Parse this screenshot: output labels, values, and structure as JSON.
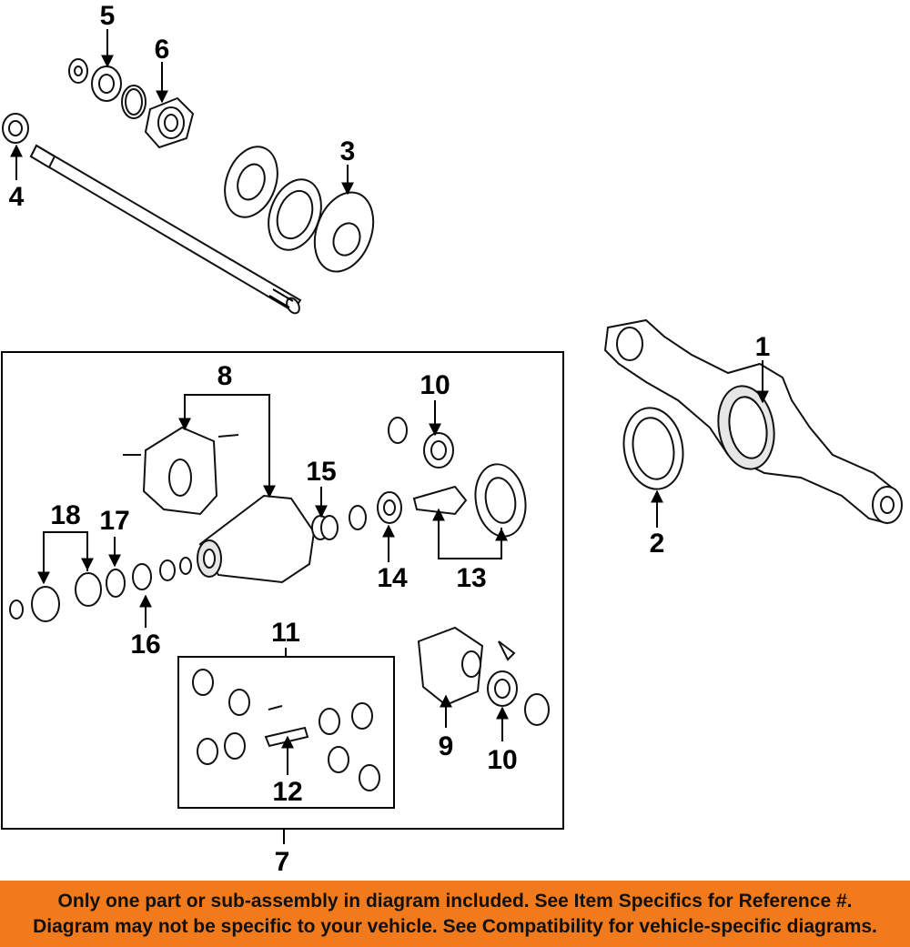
{
  "callouts": {
    "c1": "1",
    "c2": "2",
    "c3": "3",
    "c4": "4",
    "c5": "5",
    "c6": "6",
    "c7": "7",
    "c8": "8",
    "c9": "9",
    "c10a": "10",
    "c10b": "10",
    "c11": "11",
    "c12": "12",
    "c13": "13",
    "c14": "14",
    "c15": "15",
    "c16": "16",
    "c17": "17",
    "c18": "18"
  },
  "banner": {
    "line1": "Only one part or sub-assembly in diagram included. See Item Specifics for Reference #.",
    "line2": "Diagram may not be specific to your vehicle. See Compatibility for vehicle-specific diagrams."
  },
  "colors": {
    "banner": "#f07a1c",
    "line": "#111111"
  }
}
